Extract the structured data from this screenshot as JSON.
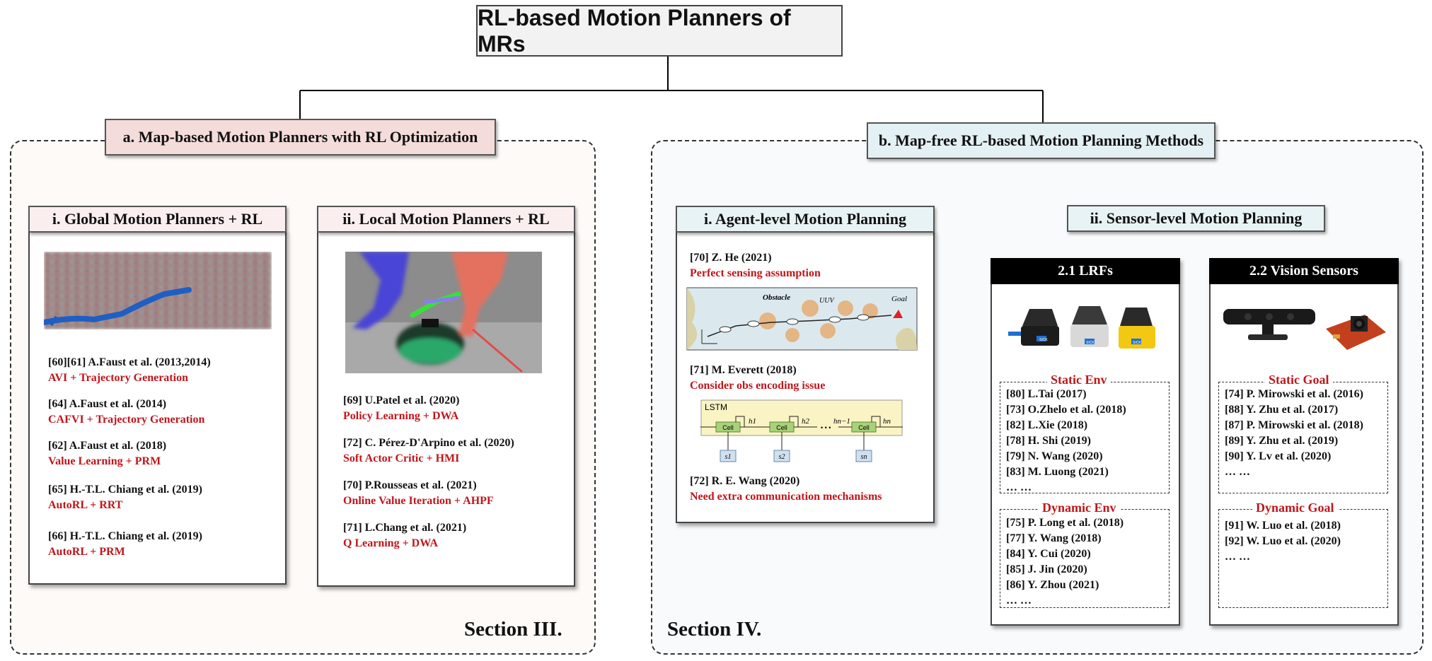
{
  "title": "RL-based Motion Planners of MRs",
  "section_a": {
    "header": "a. Map-based Motion Planners with RL Optimization",
    "label": "Section III.",
    "global": {
      "header": "i. Global Motion Planners + RL",
      "entries": [
        {
          "ref": "[60][61] A.Faust et al. (2013,2014)",
          "method": "AVI + Trajectory Generation"
        },
        {
          "ref": "[64] A.Faust et al. (2014)",
          "method": "CAFVI + Trajectory Generation"
        },
        {
          "ref": "[62] A.Faust et al. (2018)",
          "method": "Value Learning + PRM"
        },
        {
          "ref": "[65] H.-T.L. Chiang et al. (2019)",
          "method": "AutoRL + RRT"
        },
        {
          "ref": "[66] H.-T.L. Chiang et al. (2019)",
          "method": "AutoRL + PRM"
        }
      ]
    },
    "local": {
      "header": "ii. Local Motion Planners + RL",
      "entries": [
        {
          "ref": "[69] U.Patel et al. (2020)",
          "method": "Policy Learning + DWA"
        },
        {
          "ref": "[72] C. Pérez-D'Arpino et al. (2020)",
          "method": "Soft Actor Critic + HMI"
        },
        {
          "ref": "[70] P.Rousseas et al. (2021)",
          "method": "Online Value Iteration + AHPF"
        },
        {
          "ref": "[71] L.Chang et al. (2021)",
          "method": "Q Learning + DWA"
        }
      ]
    }
  },
  "section_b": {
    "header": "b. Map-free RL-based Motion Planning Methods",
    "label": "Section IV.",
    "agent": {
      "header": "i. Agent-level Motion Planning",
      "entries": [
        {
          "ref": "[70] Z. He (2021)",
          "note": "Perfect sensing assumption"
        },
        {
          "ref": "[71] M. Everett (2018)",
          "note": "Consider obs encoding issue"
        },
        {
          "ref": "[72] R. E. Wang (2020)",
          "note": "Need extra communication  mechanisms"
        }
      ],
      "fig1": {
        "obstacle": "Obstacle",
        "uuv": "UUV",
        "goal": "Goal"
      },
      "fig2": {
        "lstm": "LSTM",
        "cell": "Cell",
        "h1": "h1",
        "h2": "h2",
        "hn1": "hn−1",
        "hn": "hn",
        "dots": "• • •",
        "s1": "s1",
        "s2": "s2",
        "sn": "sn"
      }
    },
    "sensor": {
      "header": "ii.  Sensor-level Motion Planning",
      "lrf": {
        "header": "2.1 LRFs",
        "static_label": "Static Env",
        "static": [
          "[80] L.Tai (2017)",
          "[73] O.Zhelo et al. (2018)",
          "[82] L.Xie (2018)",
          "[78] H. Shi (2019)",
          "[79] N. Wang (2020)",
          "[83] M. Luong (2021)",
          "… …"
        ],
        "dynamic_label": "Dynamic Env",
        "dynamic": [
          "[75] P. Long et al. (2018)",
          "[77] Y. Wang (2018)",
          "[84] Y. Cui (2020)",
          "[85] J. Jin (2020)",
          "[86] Y. Zhou (2021)",
          "… …"
        ],
        "brand": "SICK"
      },
      "vision": {
        "header": "2.2 Vision Sensors",
        "static_label": "Static Goal",
        "static": [
          "[74] P. Mirowski et al. (2016)",
          "[88] Y. Zhu et al. (2017)",
          "[87] P. Mirowski et al.  (2018)",
          "[89] Y. Zhu et al. (2019)",
          "[90] Y. Lv et al. (2020)",
          "… …"
        ],
        "dynamic_label": "Dynamic Goal",
        "dynamic": [
          "[91] W. Luo et al. (2018)",
          "[92] W. Luo et al. (2020)",
          "… …"
        ]
      }
    }
  },
  "colors": {
    "red_text": "#c0161b",
    "section_a_bg": "#f3dcd9",
    "section_b_bg": "#e3f0f4",
    "lrf_yellow": "#f2c811",
    "lrf_blue": "#1f6fd1"
  }
}
